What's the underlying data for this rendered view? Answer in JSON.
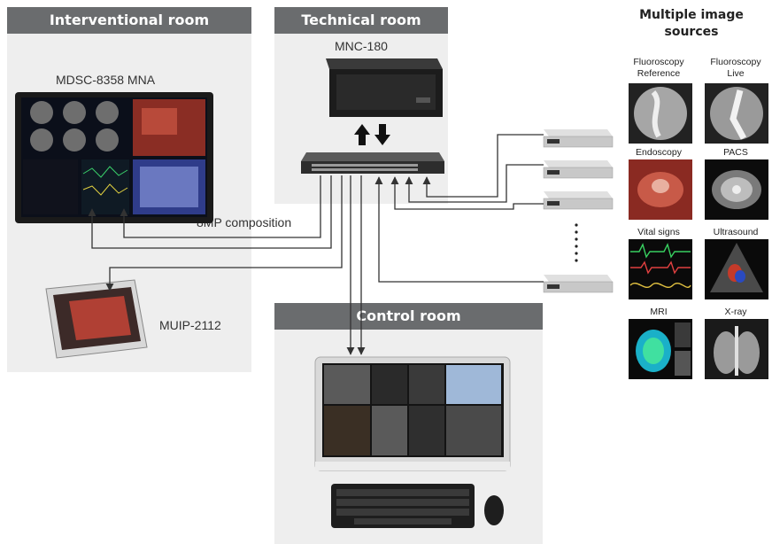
{
  "rooms": {
    "interventional": "Interventional room",
    "technical": "Technical room",
    "control": "Control room"
  },
  "devices": {
    "main_display": "MDSC-8358 MNA",
    "server": "MNC-180",
    "tablet": "MUIP-2112"
  },
  "labels": {
    "composition": "8MP composition"
  },
  "sources": {
    "title_line1": "Multiple image",
    "title_line2": "sources",
    "items": [
      {
        "label_line1": "Fluoroscopy",
        "label_line2": "Reference"
      },
      {
        "label_line1": "Fluoroscopy",
        "label_line2": "Live"
      },
      {
        "label_line1": "Endoscopy",
        "label_line2": ""
      },
      {
        "label_line1": "PACS",
        "label_line2": ""
      },
      {
        "label_line1": "Vital signs",
        "label_line2": ""
      },
      {
        "label_line1": "Ultrasound",
        "label_line2": ""
      },
      {
        "label_line1": "MRI",
        "label_line2": ""
      },
      {
        "label_line1": "X-ray",
        "label_line2": ""
      }
    ]
  },
  "colors": {
    "room_bg": "#eeeeee",
    "header_bg": "#6a6c6e",
    "line": "#333333"
  }
}
